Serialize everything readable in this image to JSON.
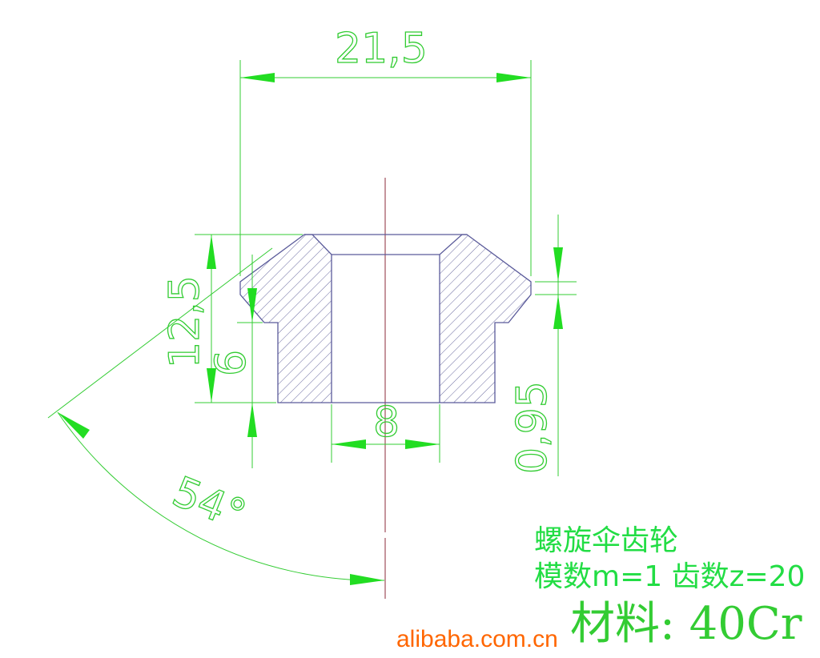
{
  "drawing": {
    "dimensions": {
      "outer_diameter": "21,5",
      "overall_height": "12,5",
      "hub_height": "6",
      "bore_diameter": "8",
      "flat_width": "0,95",
      "cone_angle": "54°"
    },
    "notes": {
      "title": "螺旋伞齿轮",
      "spec": "模数m=1 齿数z=20",
      "material": "材料: 40Cr"
    },
    "watermark": "alibaba.com.cn",
    "colors": {
      "dimension": "#22dd44",
      "outline": "#5a5a9a",
      "centerline": "#8b2a3a",
      "watermark": "#ff6600"
    }
  }
}
